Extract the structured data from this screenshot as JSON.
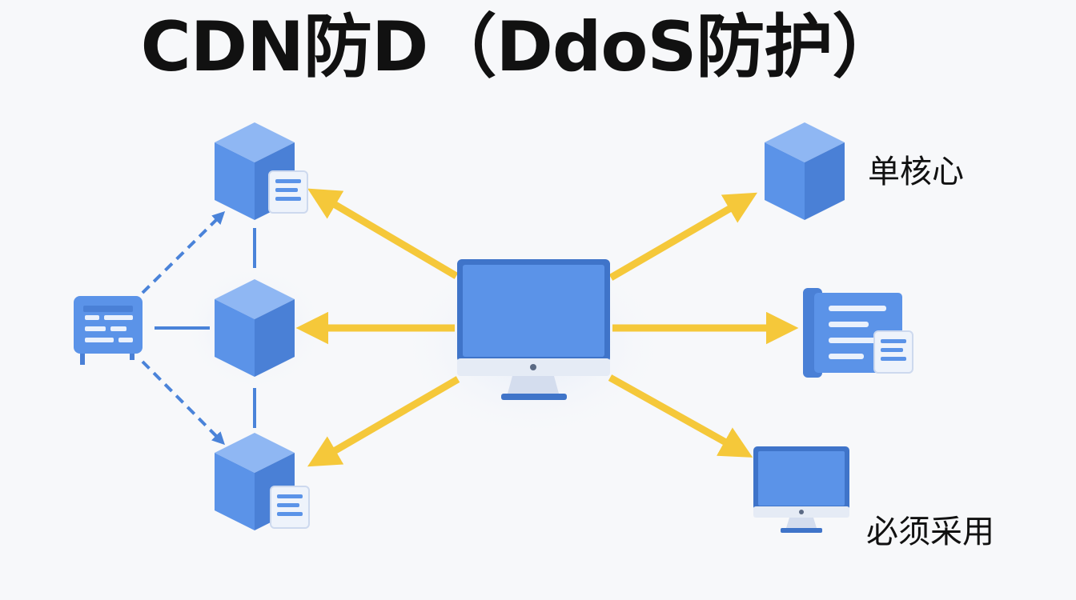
{
  "title": "CDN防D（DdoS防护）",
  "labels": {
    "top_right": "单核心",
    "bottom_right": "必须采用"
  },
  "colors": {
    "node_blue": "#5b93e8",
    "arrow_yellow": "#f5c83a",
    "connector_blue": "#4a83d9",
    "text": "#111111"
  },
  "icons": {
    "center": "computer-monitor-icon",
    "left": "server-rack-icon",
    "nodes": "cube-icon",
    "documents": "document-icon"
  }
}
